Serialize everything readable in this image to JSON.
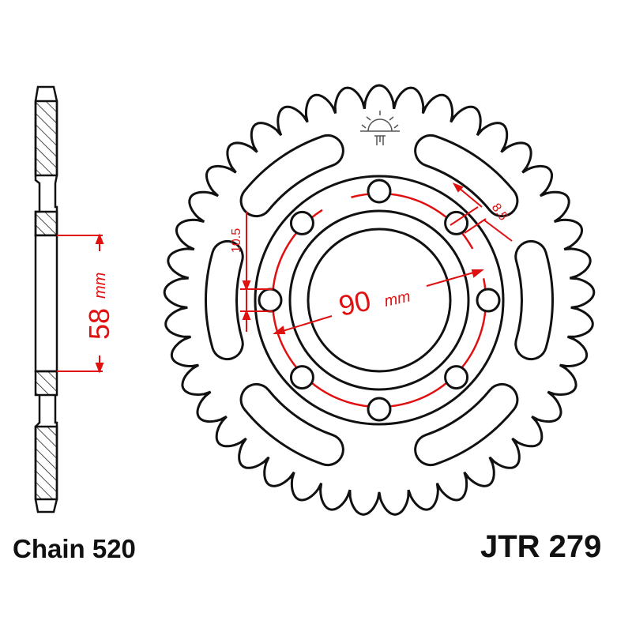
{
  "labels": {
    "chain": "Chain 520",
    "part_number": "JTR 279"
  },
  "dimensions": {
    "bolt_circle_value": "90",
    "bolt_circle_unit": "mm",
    "bore_value": "58",
    "bore_unit": "mm",
    "hole_diameter": "10.5",
    "slot_offset": "8.5"
  },
  "colors": {
    "line": "#111111",
    "dimension": "#e01010"
  },
  "sprocket": {
    "teeth": 41,
    "bolt_holes": 8,
    "lightening_slots": 6
  }
}
